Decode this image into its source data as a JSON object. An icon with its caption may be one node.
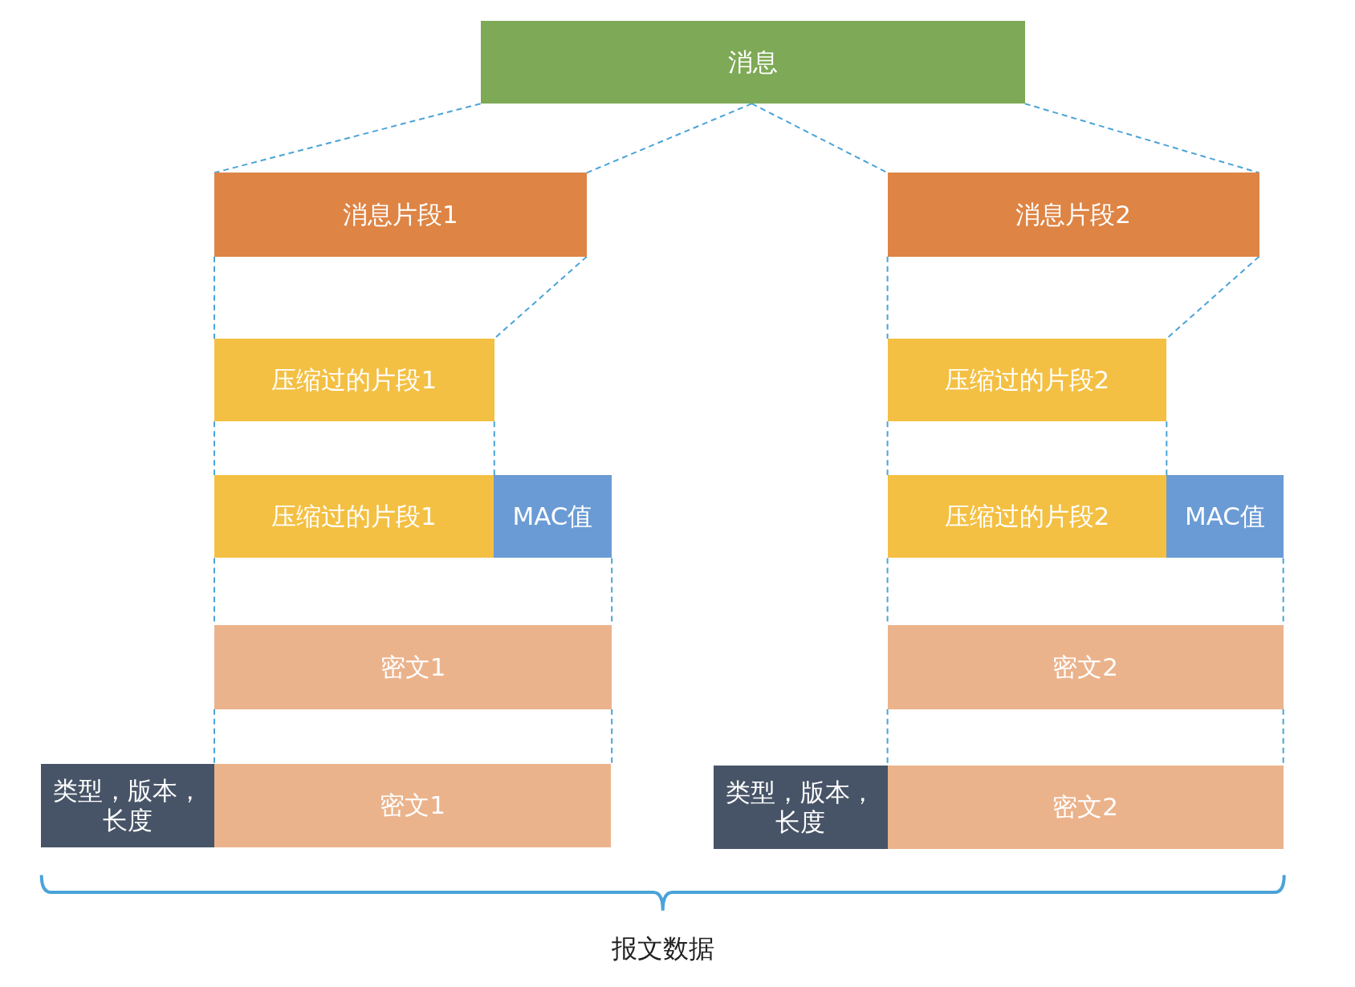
{
  "diagram": {
    "nodes": [
      {
        "text": [
          "消息"
        ]
      },
      {
        "text": [
          "消息片段1"
        ]
      },
      {
        "text": [
          "消息片段2"
        ]
      },
      {
        "text": [
          "压缩过的片段1"
        ]
      },
      {
        "text": [
          "压缩过的片段2"
        ]
      },
      {
        "text": [
          "压缩过的片段1"
        ]
      },
      {
        "text": [
          "MAC值"
        ]
      },
      {
        "text": [
          "压缩过的片段2"
        ]
      },
      {
        "text": [
          "MAC值"
        ]
      },
      {
        "text": [
          "密文1"
        ]
      },
      {
        "text": [
          "密文2"
        ]
      },
      {
        "text": [
          "类型，版本，长度"
        ]
      },
      {
        "text": [
          "密文1"
        ]
      },
      {
        "text": [
          "类型，版本，长度"
        ]
      },
      {
        "text": [
          "密文2"
        ]
      }
    ],
    "edges": [
      {
        "from": 0,
        "to": 1,
        "arrow": "none",
        "style": "dashed"
      },
      {
        "from": 0,
        "to": 1,
        "arrow": "none",
        "style": "dashed"
      },
      {
        "from": 0,
        "to": 2,
        "arrow": "none",
        "style": "dashed"
      },
      {
        "from": 0,
        "to": 2,
        "arrow": "none",
        "style": "dashed"
      },
      {
        "from": 1,
        "to": 3,
        "arrow": "none",
        "style": "dashed"
      },
      {
        "from": 1,
        "to": 3,
        "arrow": "none",
        "style": "dashed"
      },
      {
        "from": 2,
        "to": 4,
        "arrow": "none",
        "style": "dashed"
      },
      {
        "from": 2,
        "to": 4,
        "arrow": "none",
        "style": "dashed"
      },
      {
        "from": 3,
        "to": 5,
        "arrow": "none",
        "style": "dashed"
      },
      {
        "from": 3,
        "to": 5,
        "arrow": "none",
        "style": "dashed"
      },
      {
        "from": 4,
        "to": 7,
        "arrow": "none",
        "style": "dashed"
      },
      {
        "from": 4,
        "to": 7,
        "arrow": "none",
        "style": "dashed"
      },
      {
        "from": 5,
        "to": 9,
        "arrow": "none",
        "style": "dashed"
      },
      {
        "from": 6,
        "to": 9,
        "arrow": "none",
        "style": "dashed"
      },
      {
        "from": 7,
        "to": 10,
        "arrow": "none",
        "style": "dashed"
      },
      {
        "from": 8,
        "to": 10,
        "arrow": "none",
        "style": "dashed"
      },
      {
        "from": 9,
        "to": 12,
        "arrow": "none",
        "style": "dashed"
      },
      {
        "from": 9,
        "to": 12,
        "arrow": "none",
        "style": "dashed"
      },
      {
        "from": 10,
        "to": 14,
        "arrow": "none",
        "style": "dashed"
      },
      {
        "from": 10,
        "to": 14,
        "arrow": "none",
        "style": "dashed"
      }
    ],
    "labels": [
      "报文数据"
    ]
  }
}
